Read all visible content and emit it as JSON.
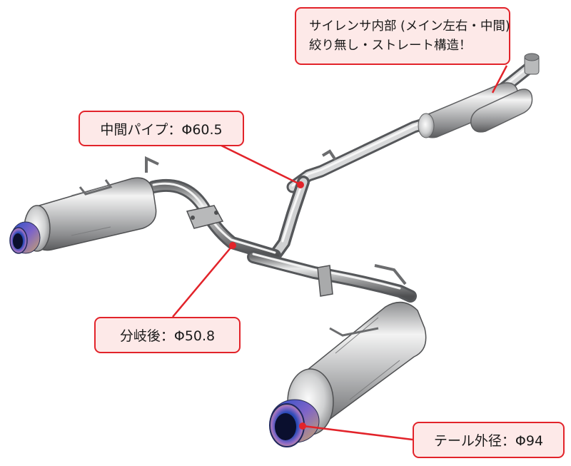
{
  "image": {
    "subject": "exhaust-system",
    "accent_color": "#e2232a",
    "callout_fill": "#fde9e8"
  },
  "callouts": {
    "silencer": {
      "line1": "サイレンサ内部 (メイン左右・中間)",
      "line2": "絞り無し・ストレート構造！"
    },
    "mid_pipe": {
      "label": "中間パイプ：Φ60.5"
    },
    "branch": {
      "label": "分岐後：Φ50.8"
    },
    "tail": {
      "label": "テール外径：Φ94"
    }
  }
}
